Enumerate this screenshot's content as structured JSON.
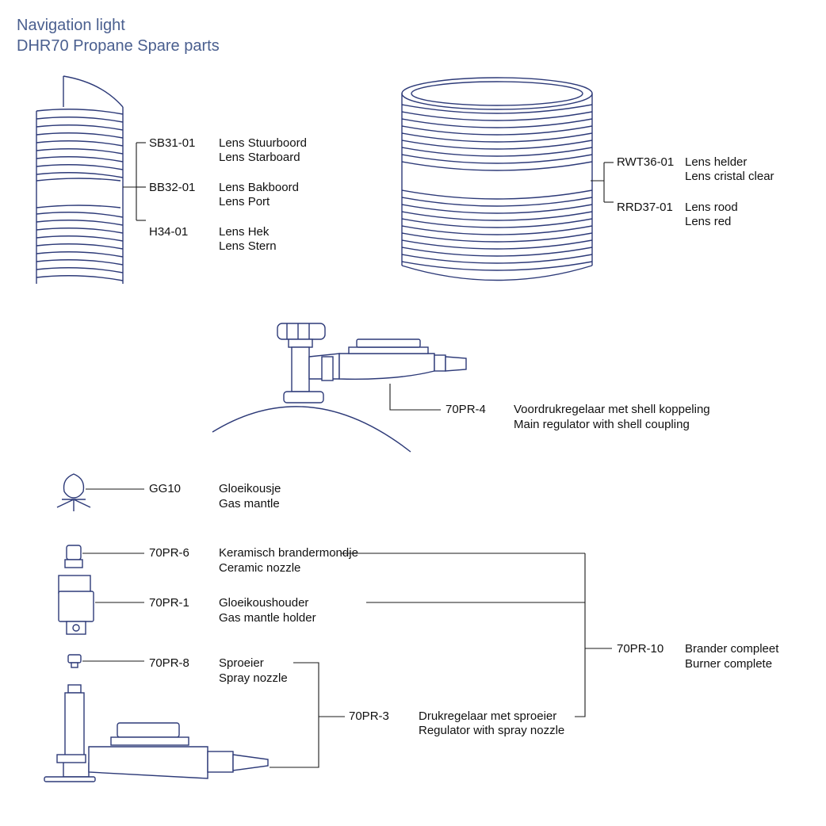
{
  "header": {
    "title_line1": "Navigation light",
    "title_line2": "DHR70 Propane Spare parts"
  },
  "colors": {
    "title": "#4a5f8f",
    "drawing": "#2d3a78",
    "leader": "#1a1a1a"
  },
  "lens_small": {
    "items": [
      {
        "code": "SB31-01",
        "nl": "Lens Stuurboord",
        "en": "Lens Starboard"
      },
      {
        "code": "BB32-01",
        "nl": "Lens Bakboord",
        "en": "Lens Port"
      },
      {
        "code": "H34-01",
        "nl": "Lens Hek",
        "en": "Lens Stern"
      }
    ]
  },
  "lens_large": {
    "items": [
      {
        "code": "RWT36-01",
        "nl": "Lens helder",
        "en": "Lens cristal clear"
      },
      {
        "code": "RRD37-01",
        "nl": "Lens rood",
        "en": "Lens red"
      }
    ]
  },
  "main_regulator": {
    "code": "70PR-4",
    "nl": "Voordrukregelaar met shell koppeling",
    "en": "Main regulator with shell coupling"
  },
  "parts": [
    {
      "code": "GG10",
      "nl": "Gloeikousje",
      "en": "Gas mantle"
    },
    {
      "code": "70PR-6",
      "nl": "Keramisch brandermondje",
      "en": "Ceramic nozzle"
    },
    {
      "code": "70PR-1",
      "nl": "Gloeikoushouder",
      "en": "Gas mantle holder"
    },
    {
      "code": "70PR-8",
      "nl": "Sproeier",
      "en": "Spray nozzle"
    }
  ],
  "regulator_spray": {
    "code": "70PR-3",
    "nl": "Drukregelaar met sproeier",
    "en": "Regulator with spray nozzle"
  },
  "burner_complete": {
    "code": "70PR-10",
    "nl": "Brander compleet",
    "en": "Burner complete"
  }
}
